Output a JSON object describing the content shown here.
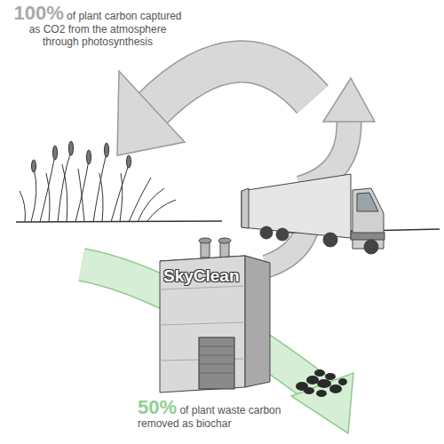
{
  "diagram": {
    "nodes": [
      {
        "text": [
          "SkyClean"
        ]
      }
    ],
    "labels": [
      "100%",
      "of plant carbon captured as CO2 from the atmosphere through photosynthesis",
      "50%",
      "of plant waste carbon removed as biochar"
    ]
  }
}
